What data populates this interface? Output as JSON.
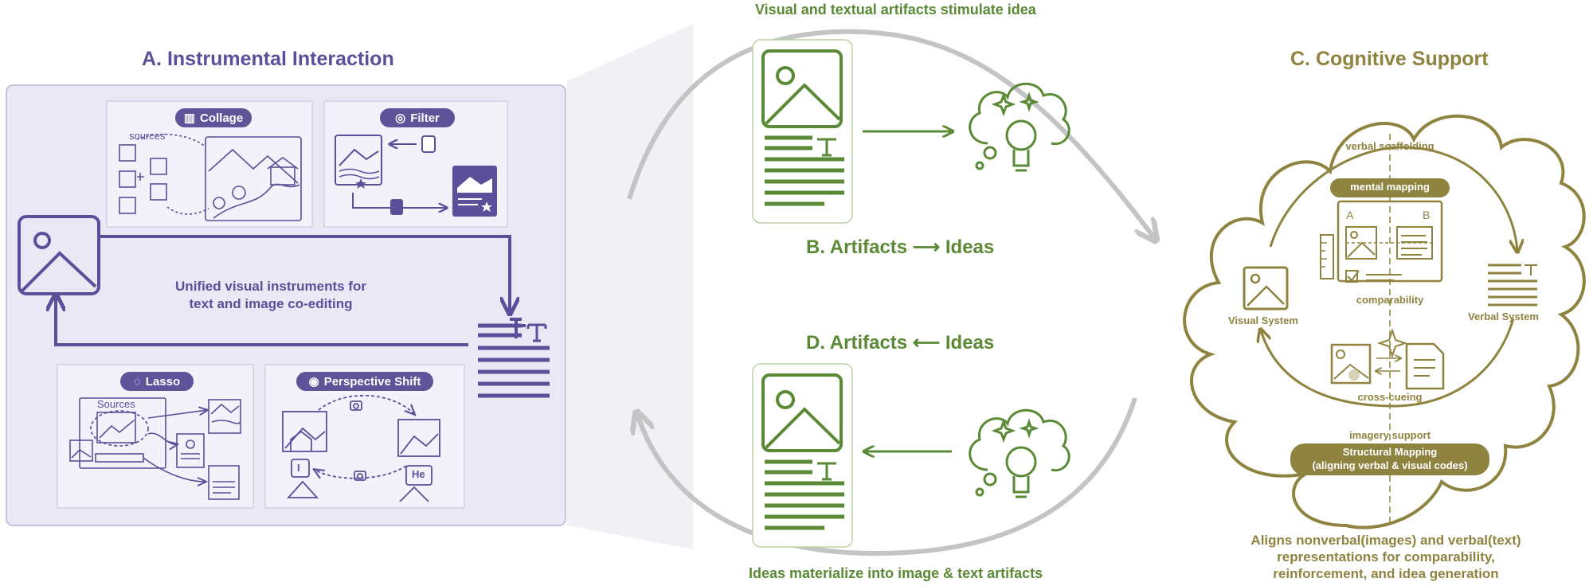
{
  "panel_a": {
    "title": "A. Instrumental Interaction",
    "collage_label": "Collage",
    "collage_sources": "sources",
    "filter_label": "Filter",
    "unified_line1": "Unified visual instruments for",
    "unified_line2": "text and image co-editing",
    "lasso_label": "Lasso",
    "lasso_sources": "Sources",
    "perspective_label": "Perspective Shift",
    "bubble_i": "I",
    "bubble_he": "He"
  },
  "panel_b": {
    "caption": "Visual and textual artifacts stimulate idea",
    "heading": "B.  Artifacts ⟶ Ideas"
  },
  "panel_d": {
    "heading": "D.  Artifacts ⟵ Ideas",
    "caption": "Ideas materialize into image & text artifacts"
  },
  "panel_c": {
    "title": "C. Cognitive Support",
    "verbal_scaffolding": "verbal scaffolding",
    "mental_mapping": "mental mapping",
    "label_a": "A",
    "label_b": "B",
    "comparability": "comparability",
    "visual_system": "Visual System",
    "verbal_system": "Verbal System",
    "cross_cueing": "cross-cueing",
    "imagery_support": "imagery support",
    "structural_line1": "Structural Mapping",
    "structural_line2": "(aligning verbal & visual codes)",
    "summary_line1": "Aligns nonverbal(images) and verbal(text)",
    "summary_line2": "representations for comparability,",
    "summary_line3": "reinforcement, and idea generation"
  },
  "colors": {
    "purple": "#5b4f9a",
    "green": "#5a8a35",
    "olive": "#8f8340",
    "panel_bg": "#ebe8f6"
  }
}
